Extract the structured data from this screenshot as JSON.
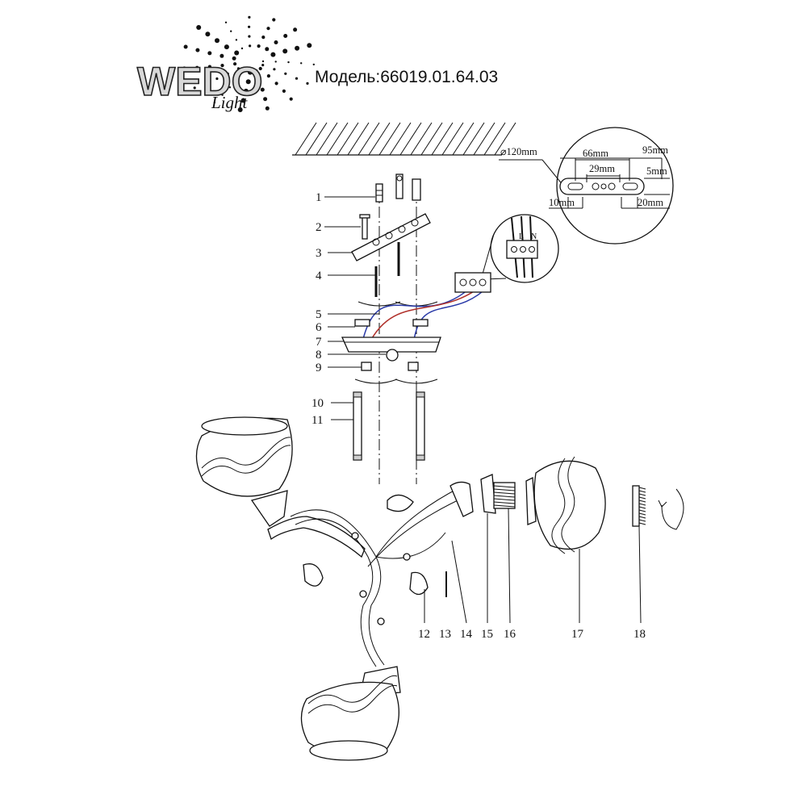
{
  "brand": {
    "name": "WEDO",
    "subname": "Light"
  },
  "model": {
    "label": "Модель:66019.01.64.03"
  },
  "dimensions": {
    "diameter": "⌀120mm",
    "d66": "66mm",
    "d95": "95mm",
    "d29": "29mm",
    "d5": "5mm",
    "d10": "10mm",
    "d20": "20mm"
  },
  "terminal": {
    "l": "L",
    "n": "N"
  },
  "parts": [
    "1",
    "2",
    "3",
    "4",
    "5",
    "6",
    "7",
    "8",
    "9",
    "10",
    "11",
    "12",
    "13",
    "14",
    "15",
    "16",
    "17",
    "18"
  ],
  "colors": {
    "wire_red": "#b0302a",
    "wire_blue": "#2a3aa8",
    "ink": "#111111"
  }
}
